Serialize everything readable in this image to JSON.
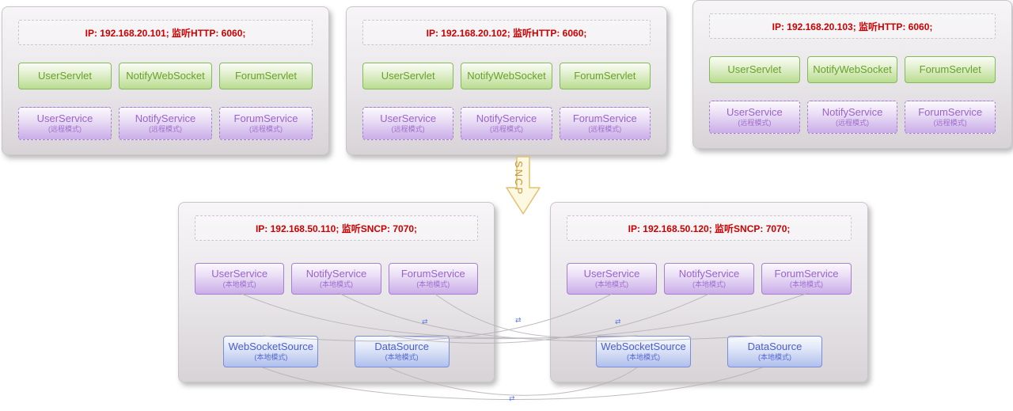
{
  "web_servers": [
    {
      "header": "IP: 192.168.20.101;  监听HTTP: 6060;",
      "servlets": [
        "UserServlet",
        "NotifyWebSocket",
        "ForumServlet"
      ],
      "services": [
        {
          "name": "UserService",
          "mode": "(远程模式)"
        },
        {
          "name": "NotifyService",
          "mode": "(远程模式)"
        },
        {
          "name": "ForumService",
          "mode": "(远程模式)"
        }
      ]
    },
    {
      "header": "IP: 192.168.20.102;  监听HTTP: 6060;",
      "servlets": [
        "UserServlet",
        "NotifyWebSocket",
        "ForumServlet"
      ],
      "services": [
        {
          "name": "UserService",
          "mode": "(远程模式)"
        },
        {
          "name": "NotifyService",
          "mode": "(远程模式)"
        },
        {
          "name": "ForumService",
          "mode": "(远程模式)"
        }
      ]
    },
    {
      "header": "IP: 192.168.20.103;  监听HTTP: 6060;",
      "servlets": [
        "UserServlet",
        "NotifyWebSocket",
        "ForumServlet"
      ],
      "services": [
        {
          "name": "UserService",
          "mode": "(远程模式)"
        },
        {
          "name": "NotifyService",
          "mode": "(远程模式)"
        },
        {
          "name": "ForumService",
          "mode": "(远程模式)"
        }
      ]
    }
  ],
  "arrow": {
    "label": "SNCP"
  },
  "service_servers": [
    {
      "header": "IP: 192.168.50.110;  监听SNCP: 7070;",
      "services": [
        {
          "name": "UserService",
          "mode": "(本地模式)"
        },
        {
          "name": "NotifyService",
          "mode": "(本地模式)"
        },
        {
          "name": "ForumService",
          "mode": "(本地模式)"
        }
      ],
      "sources": [
        {
          "name": "WebSocketSource",
          "mode": "(本地模式)"
        },
        {
          "name": "DataSource",
          "mode": "(本地模式)"
        }
      ]
    },
    {
      "header": "IP: 192.168.50.120;  监听SNCP: 7070;",
      "services": [
        {
          "name": "UserService",
          "mode": "(本地模式)"
        },
        {
          "name": "NotifyService",
          "mode": "(本地模式)"
        },
        {
          "name": "ForumService",
          "mode": "(本地模式)"
        }
      ],
      "sources": [
        {
          "name": "WebSocketSource",
          "mode": "(本地模式)"
        },
        {
          "name": "DataSource",
          "mode": "(本地模式)"
        }
      ]
    }
  ],
  "connector_icon": "⇄",
  "colors": {
    "header_text": "#cc0000",
    "servlet_green": "#68a226",
    "service_purple": "#9a63cc",
    "source_blue": "#4a5ecf",
    "arrow_gold": "#c8963a",
    "connector_gray": "#b6b0b8"
  }
}
